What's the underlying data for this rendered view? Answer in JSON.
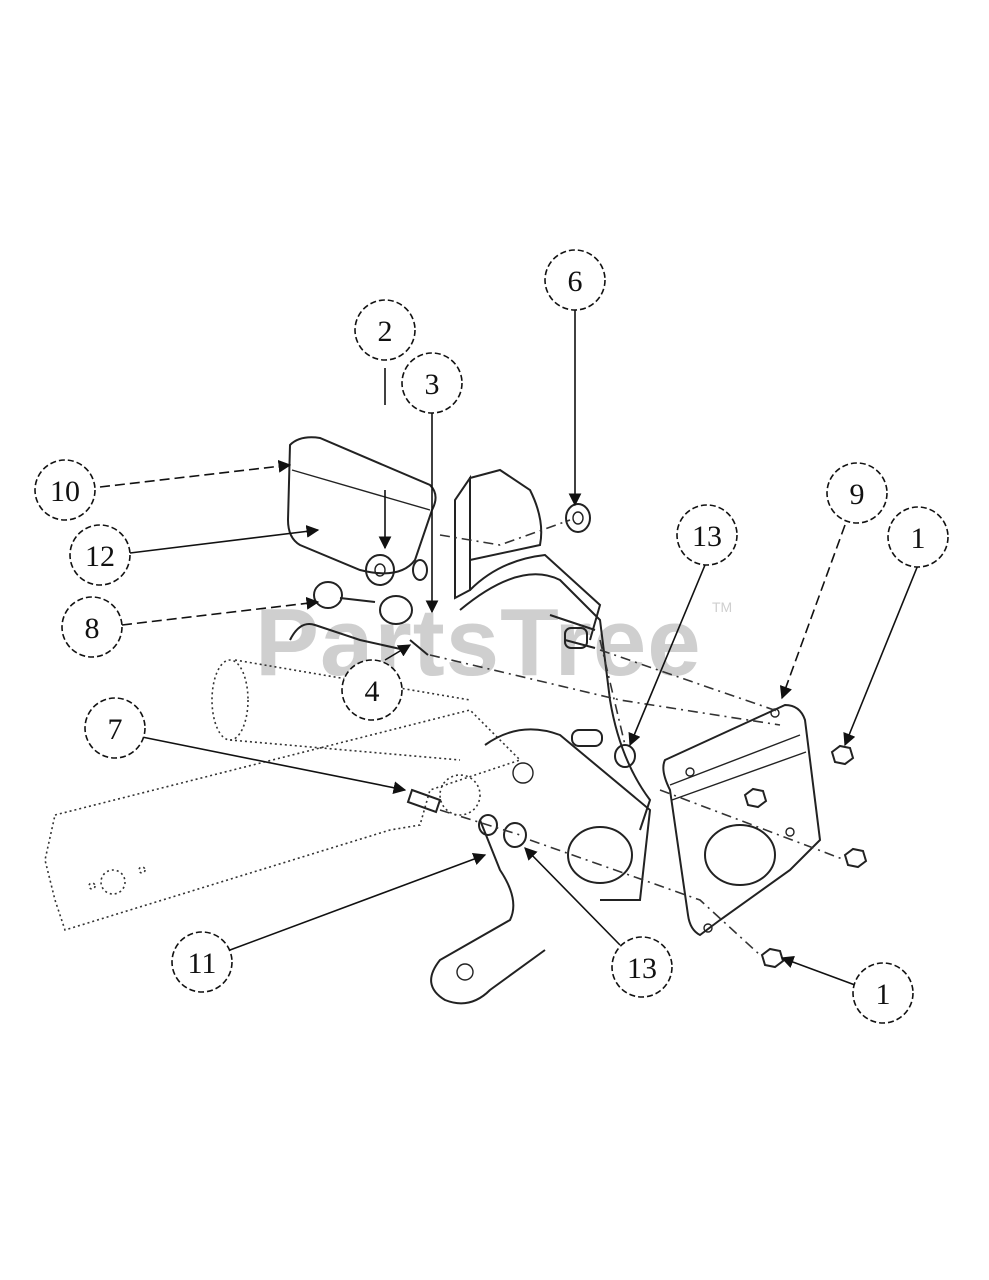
{
  "diagram": {
    "watermark": "PartsTree",
    "watermark_tm": "TM",
    "callouts": [
      {
        "id": "c-2",
        "label": "2"
      },
      {
        "id": "c-3",
        "label": "3"
      },
      {
        "id": "c-6",
        "label": "6"
      },
      {
        "id": "c-10",
        "label": "10"
      },
      {
        "id": "c-12",
        "label": "12"
      },
      {
        "id": "c-8",
        "label": "8"
      },
      {
        "id": "c-4",
        "label": "4"
      },
      {
        "id": "c-13a",
        "label": "13"
      },
      {
        "id": "c-9",
        "label": "9"
      },
      {
        "id": "c-1a",
        "label": "1"
      },
      {
        "id": "c-7",
        "label": "7"
      },
      {
        "id": "c-11",
        "label": "11"
      },
      {
        "id": "c-13b",
        "label": "13"
      },
      {
        "id": "c-1b",
        "label": "1"
      }
    ]
  }
}
